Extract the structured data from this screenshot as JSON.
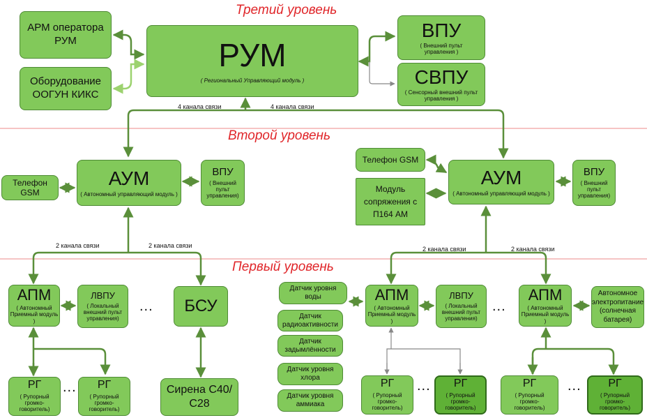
{
  "levels": {
    "third": "Третий уровень",
    "second": "Второй уровень",
    "first": "Первый уровень"
  },
  "links": {
    "four": "4 канала связи",
    "two": "2 канала связи"
  },
  "dots": "...",
  "arm": {
    "title": "АРМ оператора РУМ"
  },
  "oogun": {
    "title": "Оборудование ООГУН КИКС"
  },
  "rum": {
    "title": "РУМ",
    "subtitle": "( Региональный Управляющий модуль )"
  },
  "vpu_top": {
    "title": "ВПУ",
    "subtitle": "( Внешний пульт управления )"
  },
  "svpu": {
    "title": "СВПУ",
    "subtitle": "( Сенсорный внешний пульт управления )"
  },
  "aum_left": {
    "title": "АУМ",
    "subtitle": "( Автономный управляющий модуль )"
  },
  "aum_right": {
    "title": "АУМ",
    "subtitle": "( Автономный управляющий модуль )"
  },
  "gsm_left": {
    "title": "Телефон GSM"
  },
  "gsm_right": {
    "title": "Телефон GSM"
  },
  "vpu_left": {
    "title": "ВПУ",
    "subtitle": "( Внешний пульт управления)"
  },
  "vpu_right": {
    "title": "ВПУ",
    "subtitle": "( Внешний пульт управления)"
  },
  "modul": {
    "title": "Модуль сопряжения с П164 АМ"
  },
  "apm1": {
    "title": "АПМ",
    "subtitle": "( Автономный Приемный модуль )"
  },
  "apm2": {
    "title": "АПМ",
    "subtitle": "( Автономный Приемный модуль )"
  },
  "apm3": {
    "title": "АПМ",
    "subtitle": "( Автономный Приемный модуль )"
  },
  "lvpu1": {
    "title": "ЛВПУ",
    "subtitle": "( Локальный внешний пульт управления)"
  },
  "lvpu2": {
    "title": "ЛВПУ",
    "subtitle": "( Локальный внешний пульт управления)"
  },
  "bsu": {
    "title": "БСУ"
  },
  "siren": {
    "title": "Сирена С40/ С28"
  },
  "rg": {
    "title": "РГ",
    "subtitle": "( Рупорный громко-говоритель)"
  },
  "sensors": {
    "water": "Датчик уровня воды",
    "radio": "Датчик радиоактивности",
    "smoke": "Датчик задымлённости",
    "chlorine": "Датчик уровня хлора",
    "ammonia": "Датчик уровня аммиака"
  },
  "autonomous_power": {
    "title": "Автономное электропитание (солнечная батарея)"
  }
}
